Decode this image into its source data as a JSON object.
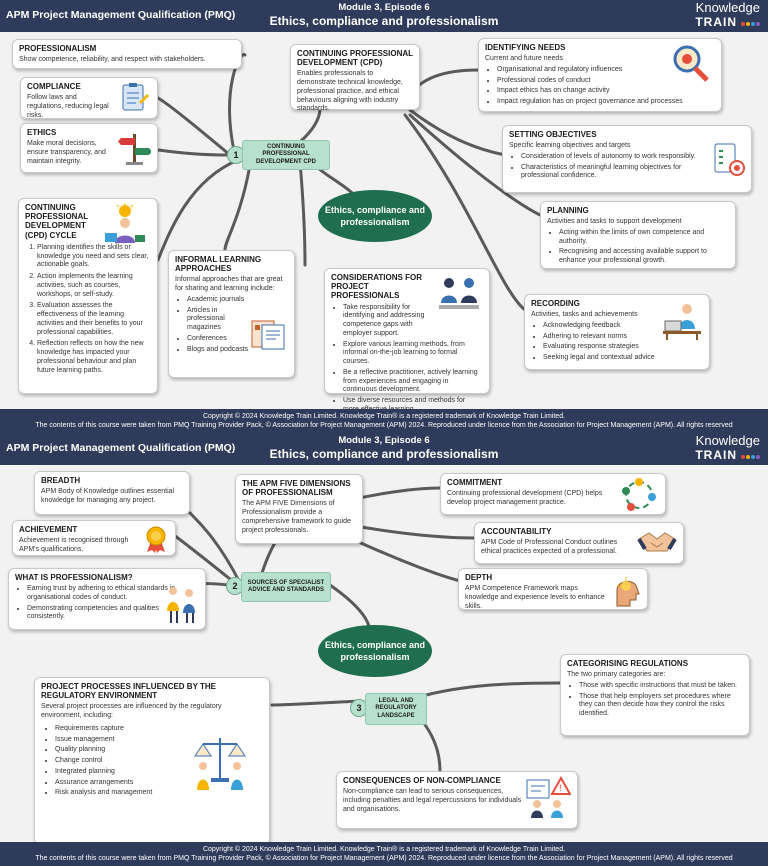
{
  "header": {
    "qualification": "APM Project Management Qualification (PMQ)",
    "module": "Module 3, Episode 6",
    "episode": "Ethics, compliance and professionalism",
    "logo_word1": "Knowledge",
    "logo_word2": "TRAIN"
  },
  "footer": {
    "line1": "Copyright © 2024 Knowledge Train Limited. Knowledge Train® is a registered trademark of Knowledge Train Limited.",
    "line2": "The contents of this course were taken from PMQ Training Provider Pack, © Association for Project Management (APM) 2024. Reproduced under licence from the Association for Project Management (APM). All rights reserved"
  },
  "hub": "Ethics, compliance and professionalism",
  "colors": {
    "navy": "#2f3b5b",
    "hub_green": "#1e6e4f",
    "topic_green": "#b8e0cf",
    "logo_dots": [
      "#e84e3c",
      "#f7b500",
      "#3aa0d9",
      "#8b5fbf"
    ]
  },
  "page1": {
    "topic": {
      "number": "1",
      "label": "CONTINUING PROFESSIONAL DEVELOPMENT CPD"
    },
    "professionalism": {
      "title": "PROFESSIONALISM",
      "text": "Show competence, reliability, and respect with stakeholders."
    },
    "compliance": {
      "title": "COMPLIANCE",
      "text": "Follow laws and regulations, reducing legal risks."
    },
    "ethics": {
      "title": "ETHICS",
      "text": "Make moral decisions, ensure transparency, and maintain integrity."
    },
    "cpd_cycle": {
      "title": "CONTINUING PROFESSIONAL DEVELOPMENT (CPD) CYCLE",
      "items": [
        "Planning identifies the skills or knowledge you need and sets clear, actionable goals.",
        "Action implements the learning activities, such as courses, workshops, or self-study.",
        "Evaluation assesses the effectiveness of the learning activities and their benefits to your professional capabilities.",
        "Reflection reflects on how the new knowledge has impacted your professional behaviour and plan future learning paths."
      ]
    },
    "cpd": {
      "title": "CONTINUING PROFESSIONAL DEVELOPMENT (CPD)",
      "text": "Enables professionals to demonstrate technical knowledge, professional practice, and ethical behaviours aligning with industry standards."
    },
    "informal": {
      "title": "INFORMAL LEARNING APPROACHES",
      "text": "Informal approaches that are great for sharing and learning include:",
      "items": [
        "Academic journals",
        "Articles in professional magazines",
        "Conferences",
        "Blogs and podcasts"
      ]
    },
    "considerations": {
      "title": "CONSIDERATIONS FOR PROJECT PROFESSIONALS",
      "items": [
        "Take responsibility for identifying and addressing competence gaps with employer support.",
        "Explore various learning methods, from informal on-the-job learning to formal courses.",
        "Be a reflective practitioner, actively learning from experiences and engaging in continuous development.",
        "Use diverse resources and methods for more effective learning."
      ]
    },
    "identifying": {
      "title": "IDENTIFYING NEEDS",
      "text": "Current and future needs",
      "items": [
        "Organisational and regulatory influences",
        "Professional codes of conduct",
        "Impact ethics has on change activity",
        "Impact regulation has on project governance and processes"
      ]
    },
    "objectives": {
      "title": "SETTING OBJECTIVES",
      "text": "Specific learning objectives and targets",
      "items": [
        "Consideration of levels of autonomy to work responsibly.",
        "Characteristics of meaningful learning objectives for professional confidence."
      ]
    },
    "planning": {
      "title": "PLANNING",
      "text": "Activities and tasks to support development",
      "items": [
        "Acting within the limits of own competence and authority.",
        "Recognising and accessing available support to enhance your professional growth."
      ]
    },
    "recording": {
      "title": "RECORDING",
      "text": "Activities, tasks and achievements",
      "items": [
        "Acknowledging feedback",
        "Adhering to relevant norms",
        "Evaluating response strategies",
        "Seeking legal and contextual advice"
      ]
    }
  },
  "page2": {
    "topic2": {
      "number": "2",
      "label": "SOURCES OF SPECIALIST ADVICE AND STANDARDS"
    },
    "topic3": {
      "number": "3",
      "label": "LEGAL AND REGULATORY LANDSCAPE"
    },
    "breadth": {
      "title": "BREADTH",
      "text": "APM Body of Knowledge outlines essential knowledge for managing any project."
    },
    "achievement": {
      "title": "ACHIEVEMENT",
      "text": "Achievement is recognised through APM's qualifications."
    },
    "what": {
      "title": "WHAT IS PROFESSIONALISM?",
      "items": [
        "Earning trust by adhering to ethical standards in organisational codes of conduct.",
        "Demonstrating competencies and qualities consistently."
      ]
    },
    "five": {
      "title": "THE APM FIVE DIMENSIONS OF PROFESSIONALISM",
      "text": "The APM FIVE Dimensions of Professionalism provide a comprehensive framework to guide project professionals."
    },
    "commitment": {
      "title": "COMMITMENT",
      "text": "Continuing professional development (CPD) helps develop project management practice."
    },
    "accountability": {
      "title": "ACCOUNTABILITY",
      "text": "APM Code of Professional Conduct outlines ethical practices expected of a professional."
    },
    "depth": {
      "title": "DEPTH",
      "text": "APM Competence Framework maps knowledge and experience levels to enhance skills."
    },
    "processes": {
      "title": "PROJECT PROCESSES INFLUENCED BY THE REGULATORY ENVIRONMENT",
      "text": "Several project processes are influenced by the regulatory environment, including:",
      "items": [
        "Requirements capture",
        "Issue management",
        "Quality planning",
        "Change control",
        "Integrated planning",
        "Assurance arrangements",
        "Risk analysis and management"
      ]
    },
    "categorising": {
      "title": "CATEGORISING REGULATIONS",
      "text": "The two primary categories are:",
      "items": [
        "Those with specific instructions that must be taken.",
        "Those that help employers set procedures where they can then decide how they control the risks identified."
      ]
    },
    "consequences": {
      "title": "CONSEQUENCES OF NON-COMPLIANCE",
      "text": "Non-compliance can lead to serious consequences, including penalties and legal repercussions for individuals and organisations."
    }
  }
}
